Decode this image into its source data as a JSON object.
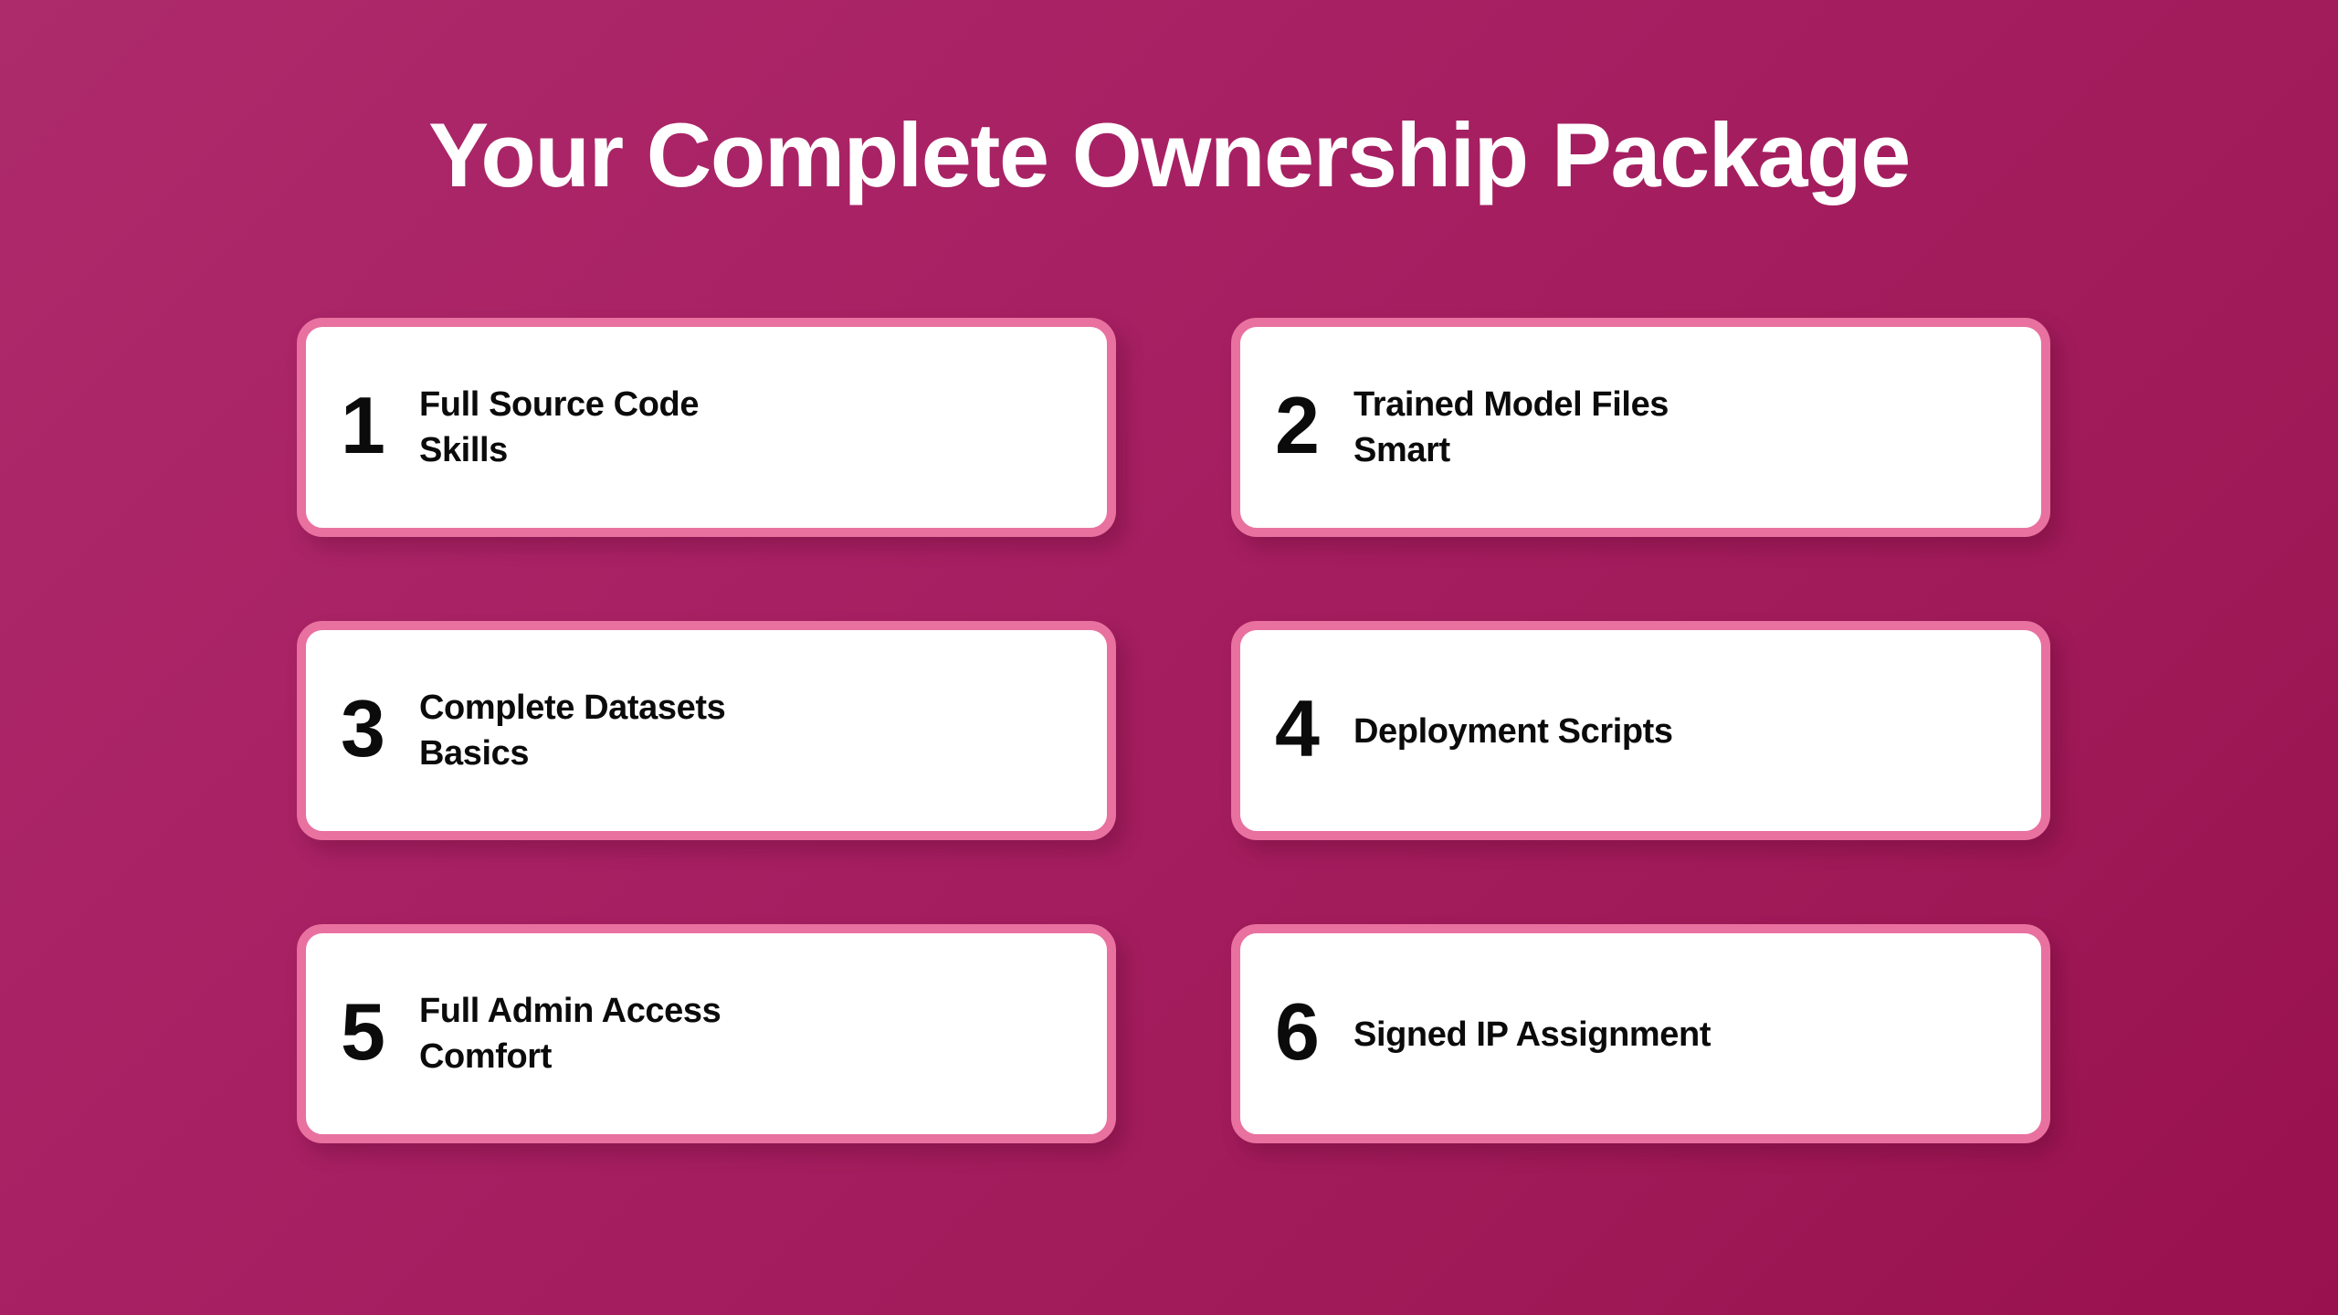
{
  "slide": {
    "title": "Your Complete Ownership Package",
    "background_color_start": "#ad2a6b",
    "background_color_end": "#99114e",
    "card_background": "#ffffff",
    "card_border_color": "#e8719f",
    "text_color": "#0b0b0b",
    "title_color": "#ffffff"
  },
  "cards": [
    {
      "number": "1",
      "line1": "Full Source Code",
      "line2": "Skills"
    },
    {
      "number": "2",
      "line1": "Trained Model Files",
      "line2": "Smart"
    },
    {
      "number": "3",
      "line1": "Complete Datasets",
      "line2": "Basics"
    },
    {
      "number": "4",
      "line1": "Deployment Scripts",
      "line2": ""
    },
    {
      "number": "5",
      "line1": "Full Admin Access",
      "line2": "Comfort"
    },
    {
      "number": "6",
      "line1": "Signed IP Assignment",
      "line2": ""
    }
  ]
}
